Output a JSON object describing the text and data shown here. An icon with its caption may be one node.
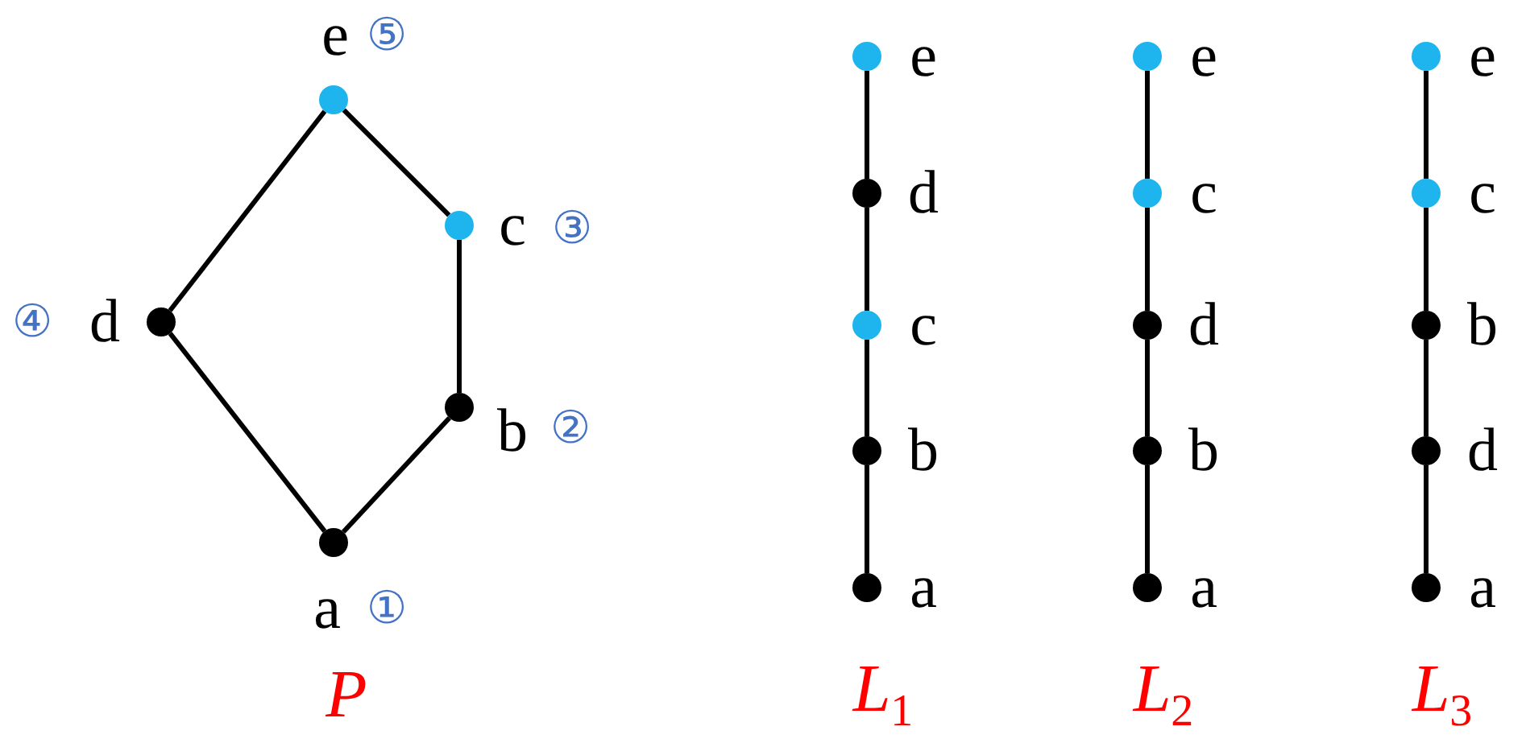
{
  "diagram": {
    "nodes": [
      {
        "text": [],
        "shape": "circle",
        "beside": [
          "e",
          "⑤"
        ]
      },
      {
        "text": [],
        "shape": "circle",
        "beside": [
          "c",
          "③"
        ]
      },
      {
        "text": [],
        "shape": "circle",
        "beside": [
          "④",
          "d"
        ]
      },
      {
        "text": [],
        "shape": "circle",
        "beside": [
          "b",
          "②"
        ]
      },
      {
        "text": [],
        "shape": "circle",
        "beside": [
          "a",
          "①"
        ]
      },
      {
        "text": [],
        "shape": "circle",
        "beside": [
          "e"
        ]
      },
      {
        "text": [],
        "shape": "circle",
        "beside": [
          "d"
        ]
      },
      {
        "text": [],
        "shape": "circle",
        "beside": [
          "c"
        ]
      },
      {
        "text": [],
        "shape": "circle",
        "beside": [
          "b"
        ]
      },
      {
        "text": [],
        "shape": "circle",
        "beside": [
          "a"
        ]
      },
      {
        "text": [],
        "shape": "circle",
        "beside": [
          "e"
        ]
      },
      {
        "text": [],
        "shape": "circle",
        "beside": [
          "c"
        ]
      },
      {
        "text": [],
        "shape": "circle",
        "beside": [
          "d"
        ]
      },
      {
        "text": [],
        "shape": "circle",
        "beside": [
          "b"
        ]
      },
      {
        "text": [],
        "shape": "circle",
        "beside": [
          "a"
        ]
      },
      {
        "text": [],
        "shape": "circle",
        "beside": [
          "e"
        ]
      },
      {
        "text": [],
        "shape": "circle",
        "beside": [
          "c"
        ]
      },
      {
        "text": [],
        "shape": "circle",
        "beside": [
          "b"
        ]
      },
      {
        "text": [],
        "shape": "circle",
        "beside": [
          "d"
        ]
      },
      {
        "text": [],
        "shape": "circle",
        "beside": [
          "a"
        ]
      }
    ],
    "edges": [
      {
        "from": 0,
        "to": 1,
        "arrow": "none"
      },
      {
        "from": 0,
        "to": 2,
        "arrow": "none"
      },
      {
        "from": 1,
        "to": 3,
        "arrow": "none"
      },
      {
        "from": 2,
        "to": 4,
        "arrow": "none"
      },
      {
        "from": 3,
        "to": 4,
        "arrow": "none"
      },
      {
        "from": 5,
        "to": 6,
        "arrow": "none"
      },
      {
        "from": 6,
        "to": 7,
        "arrow": "none"
      },
      {
        "from": 7,
        "to": 8,
        "arrow": "none"
      },
      {
        "from": 8,
        "to": 9,
        "arrow": "none"
      },
      {
        "from": 10,
        "to": 11,
        "arrow": "none"
      },
      {
        "from": 11,
        "to": 12,
        "arrow": "none"
      },
      {
        "from": 12,
        "to": 13,
        "arrow": "none"
      },
      {
        "from": 13,
        "to": 14,
        "arrow": "none"
      },
      {
        "from": 15,
        "to": 16,
        "arrow": "none"
      },
      {
        "from": 16,
        "to": 17,
        "arrow": "none"
      },
      {
        "from": 17,
        "to": 18,
        "arrow": "none"
      },
      {
        "from": 18,
        "to": 19,
        "arrow": "none"
      }
    ],
    "labels": [
      "P",
      "L$_{1}$",
      "L$_{2}$",
      "L$_{3}$"
    ]
  }
}
